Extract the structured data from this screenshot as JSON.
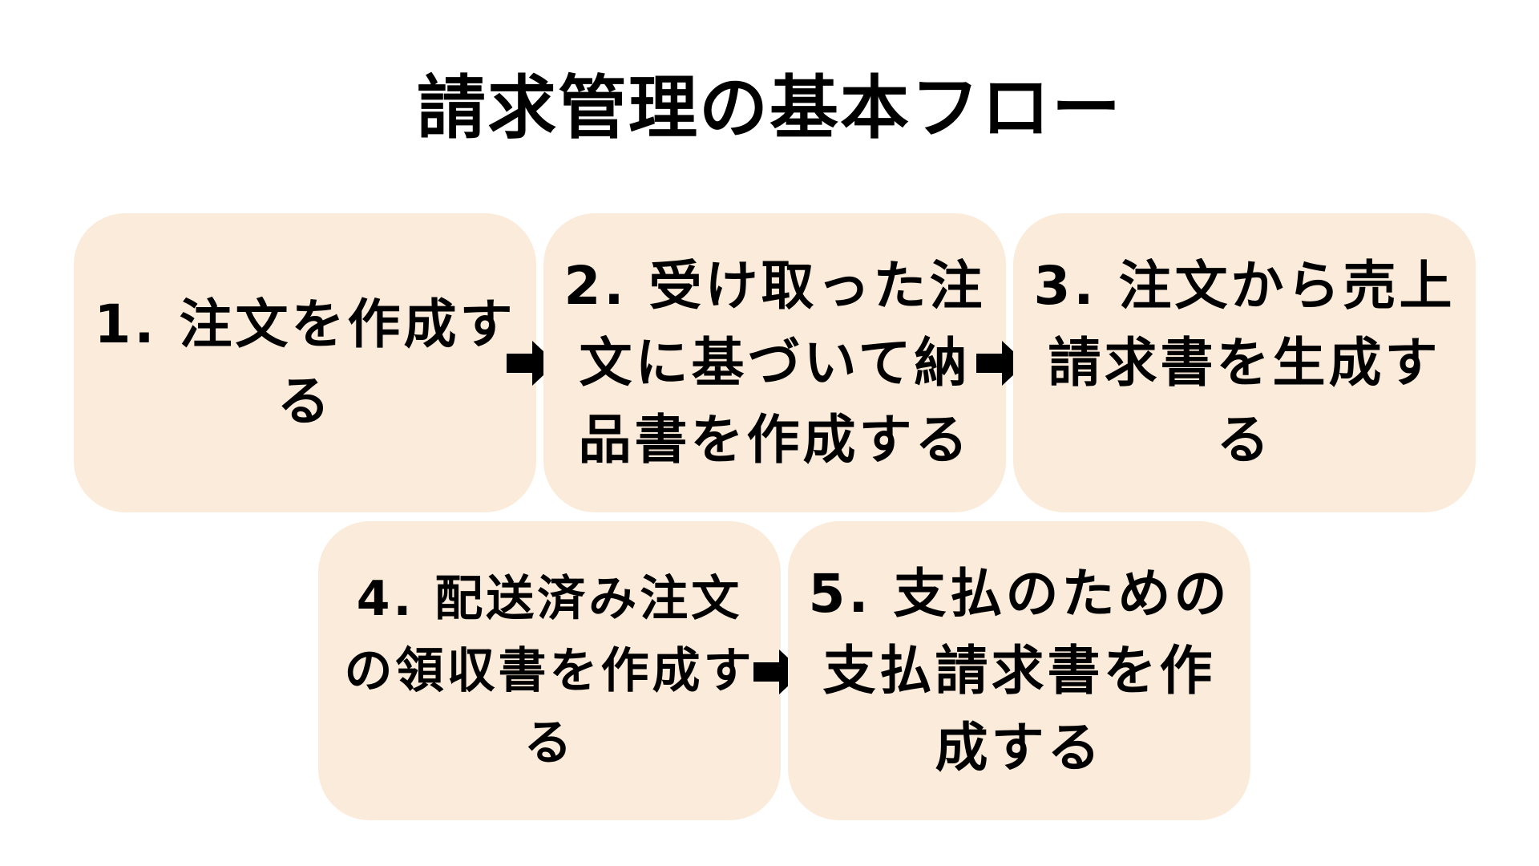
{
  "title": "請求管理の基本フロー",
  "steps": [
    {
      "label": "1. 注文を作成する"
    },
    {
      "label": "2. 受け取った注文に基づいて納品書を作成する"
    },
    {
      "label": "3. 注文から売上請求書を生成する"
    },
    {
      "label": "4. 配送済み注文の領収書を作成する"
    },
    {
      "label": "5. 支払のための支払請求書を作成する"
    }
  ],
  "colors": {
    "box_fill": "#fbebda",
    "text": "#000000",
    "arrow": "#000000"
  },
  "icons": {
    "connector": "arrow-right-icon"
  }
}
